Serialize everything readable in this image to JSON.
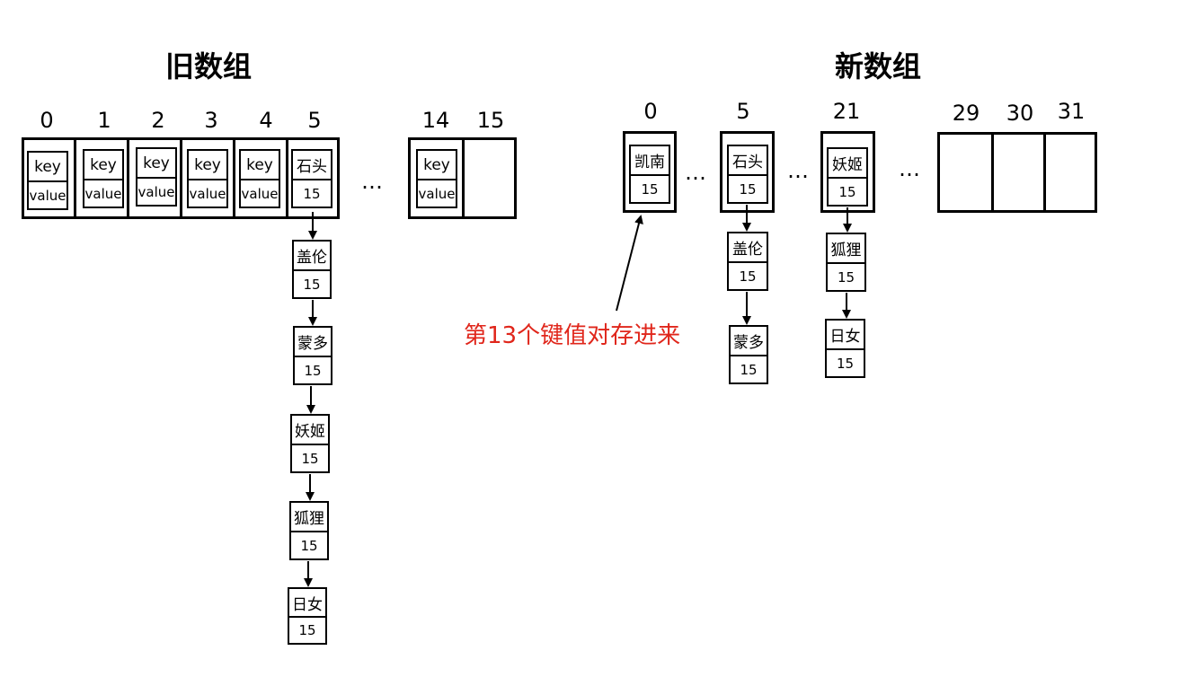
{
  "old_array": {
    "title": "旧数组",
    "indices": [
      "0",
      "1",
      "2",
      "3",
      "4",
      "5",
      "14",
      "15"
    ],
    "cell_key": "key",
    "cell_value": "value",
    "ellipsis": "…",
    "bucket5": {
      "key": "石头",
      "value": "15"
    },
    "chain": [
      {
        "key": "盖伦",
        "value": "15"
      },
      {
        "key": "蒙多",
        "value": "15"
      },
      {
        "key": "妖姬",
        "value": "15"
      },
      {
        "key": "狐狸",
        "value": "15"
      },
      {
        "key": "日女",
        "value": "15"
      }
    ]
  },
  "new_array": {
    "title": "新数组",
    "indices": [
      "0",
      "5",
      "21",
      "29",
      "30",
      "31"
    ],
    "ellipsis": "…",
    "bucket0": {
      "key": "凯南",
      "value": "15"
    },
    "bucket5": {
      "key": "石头",
      "value": "15"
    },
    "bucket5_chain": [
      {
        "key": "盖伦",
        "value": "15"
      },
      {
        "key": "蒙多",
        "value": "15"
      }
    ],
    "bucket21": {
      "key": "妖姬",
      "value": "15"
    },
    "bucket21_chain": [
      {
        "key": "狐狸",
        "value": "15"
      },
      {
        "key": "日女",
        "value": "15"
      }
    ]
  },
  "annotation": {
    "text": "第13个键值对存进来",
    "color": "#e0261b"
  }
}
